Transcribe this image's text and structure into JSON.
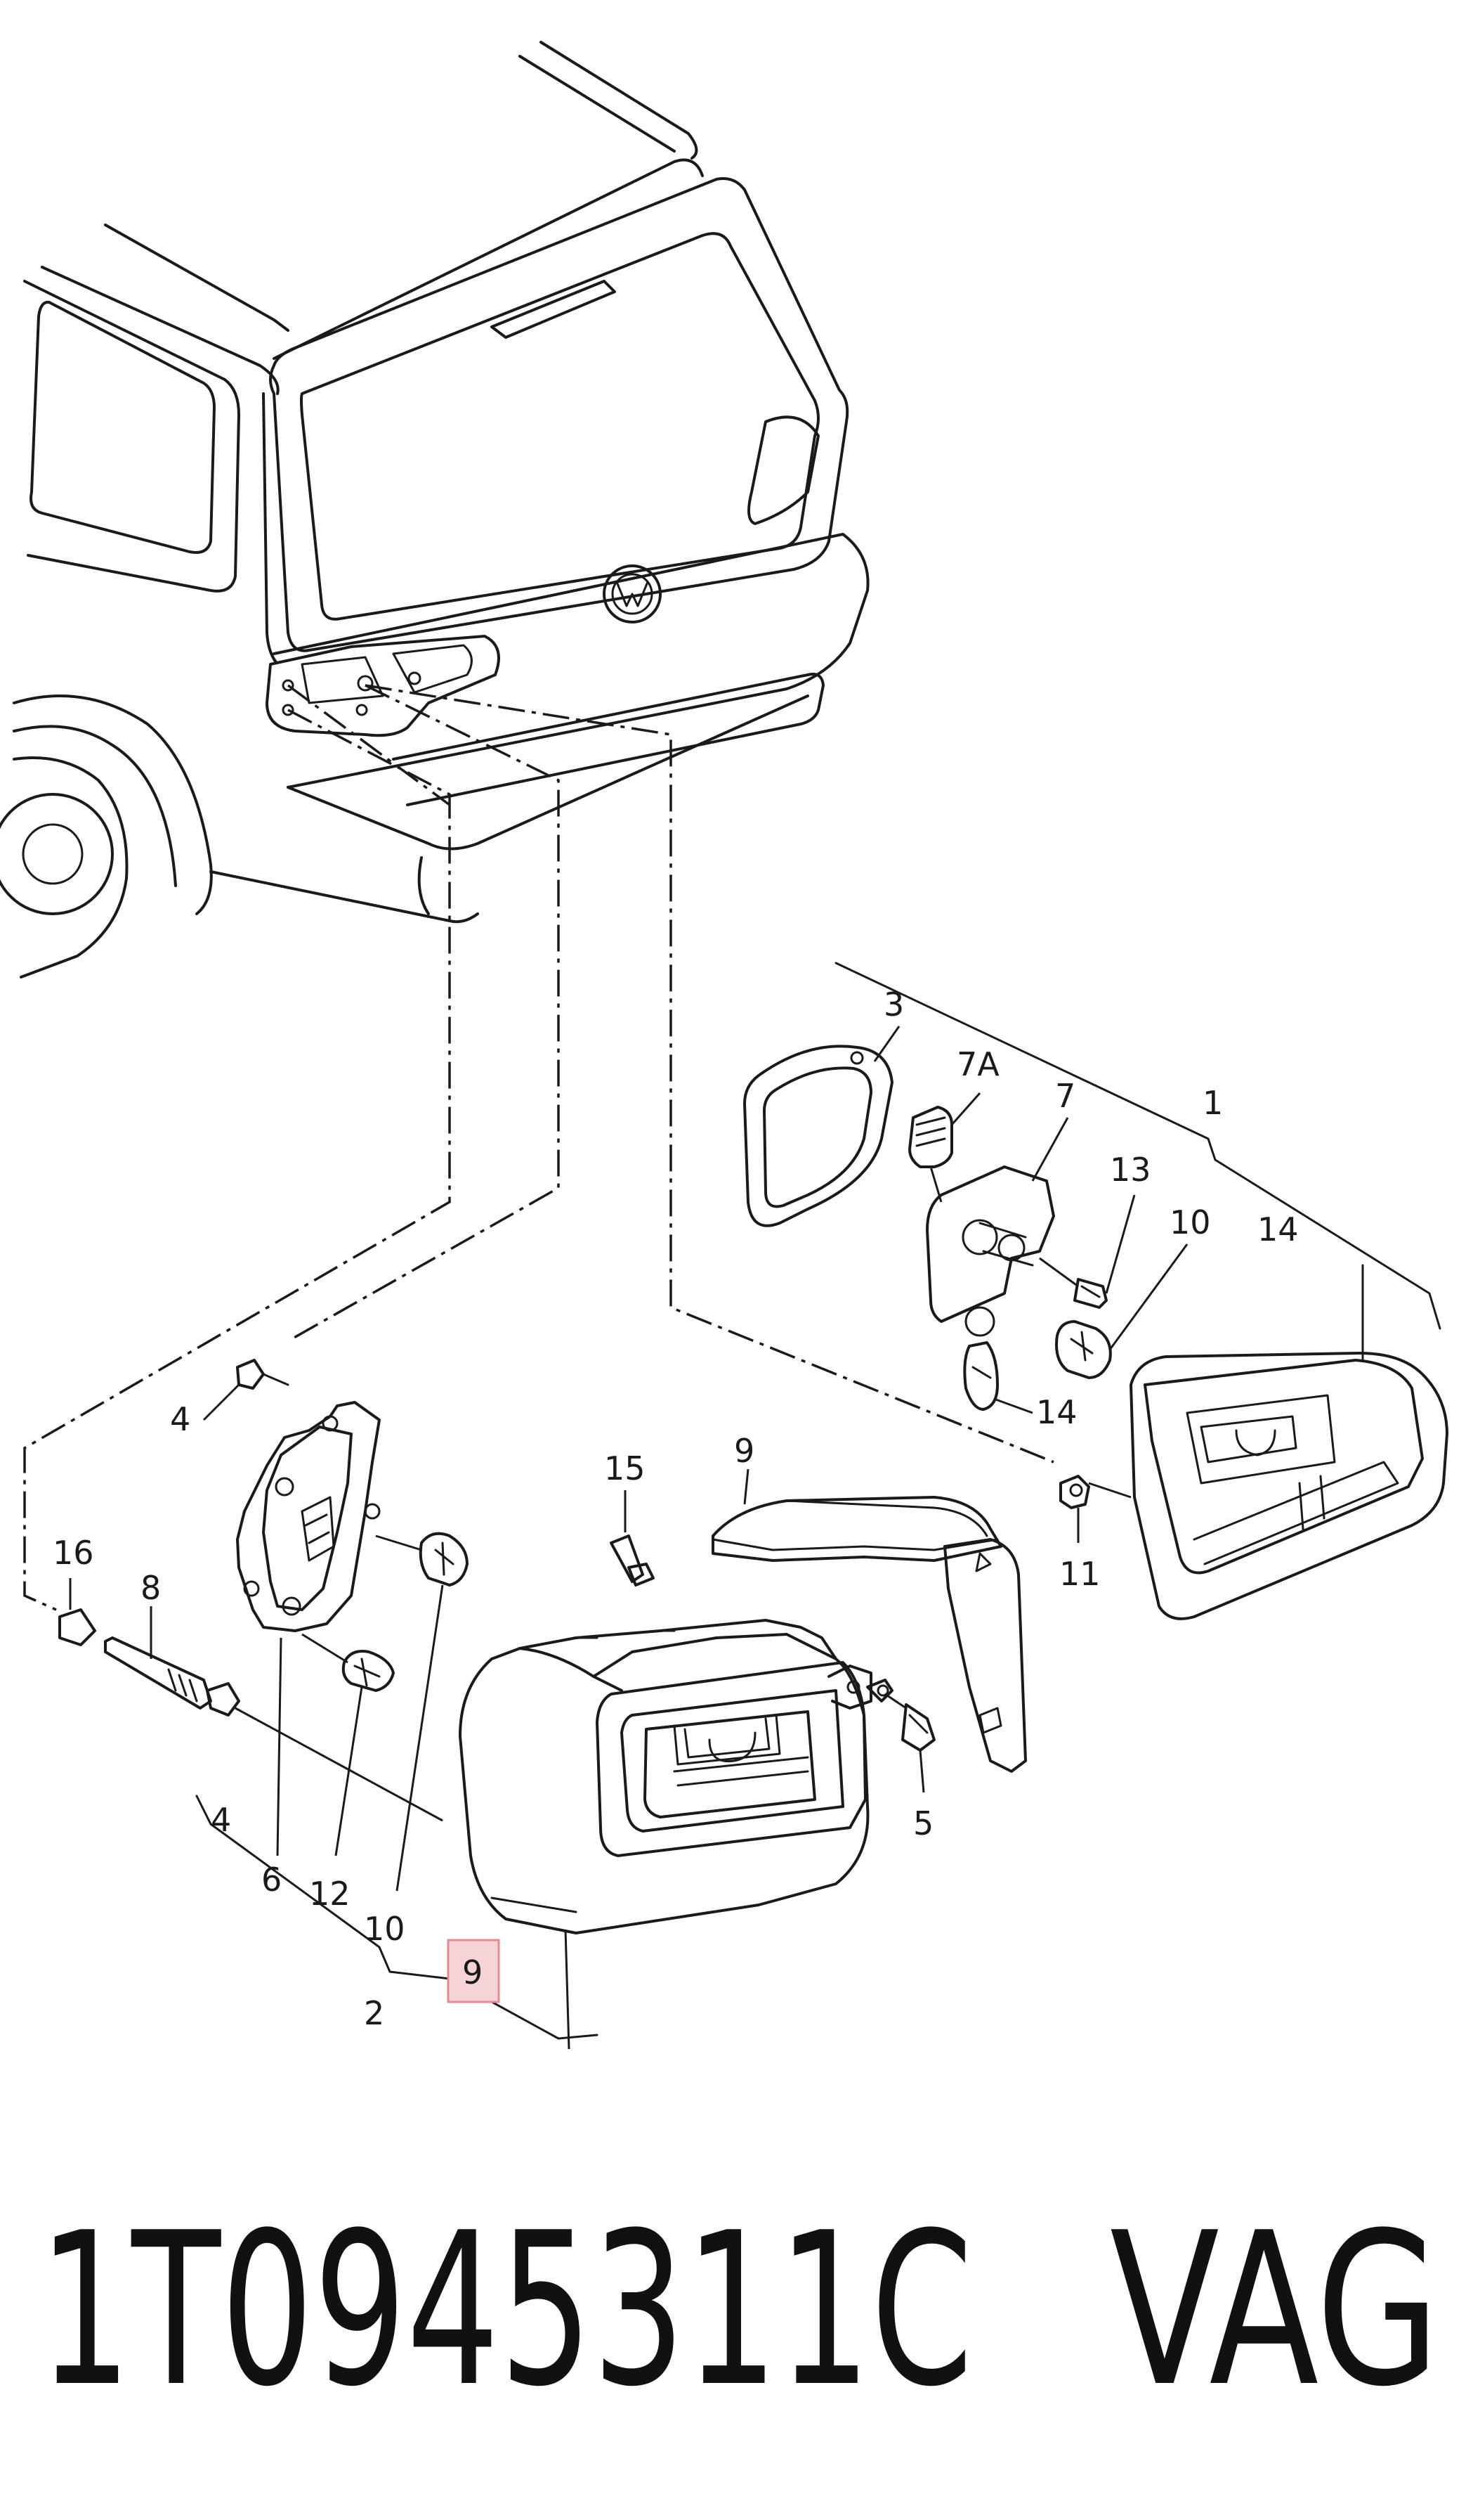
{
  "diagram": {
    "callouts": {
      "c1": "1",
      "c2": "2",
      "c3": "3",
      "c4a": "4",
      "c4b": "4",
      "c5": "5",
      "c6": "6",
      "c7": "7",
      "c7a": "7A",
      "c8": "8",
      "c9a": "9",
      "c9b": "9",
      "c10a": "10",
      "c10b": "10",
      "c11": "11",
      "c12": "12",
      "c13": "13",
      "c14a": "14",
      "c14b": "14",
      "c15": "15",
      "c16": "16"
    },
    "highlighted_callout": "9"
  },
  "footer": {
    "part_number": "1T0945311C",
    "brand": "VAG"
  },
  "colors": {
    "highlight_fill": "#f6d3d6",
    "highlight_stroke": "#e58a95",
    "line": "#1a1a1a"
  }
}
